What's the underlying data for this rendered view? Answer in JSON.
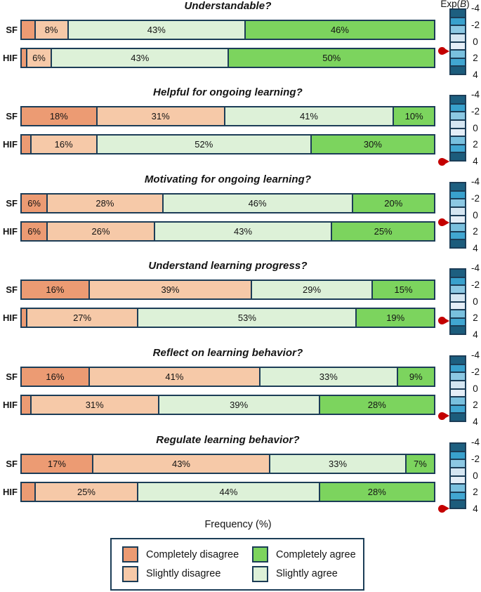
{
  "colorbar": {
    "label_parts": [
      "Exp(",
      "B",
      ")"
    ],
    "ticks": [
      "-4",
      "-2",
      "0",
      "2",
      "4"
    ],
    "cell_colors": [
      "#1d5f80",
      "#39a1cd",
      "#8cc8e3",
      "#d5e6f2",
      "#e5eef7",
      "#79c0de",
      "#41a6d1",
      "#1c5c7c"
    ],
    "border_color": "#1c3d57",
    "marker_color": "#c40000"
  },
  "axis": {
    "xlabel": "Frequency (%)"
  },
  "legend": {
    "items": [
      {
        "name": "completely-disagree",
        "label": "Completely disagree",
        "color": "#ec9b73"
      },
      {
        "name": "completely-agree",
        "label": "Completely agree",
        "color": "#7cd45e"
      },
      {
        "name": "slightly-disagree",
        "label": "Slightly disagree",
        "color": "#f6c9a8"
      },
      {
        "name": "slightly-agree",
        "label": "Slightly agree",
        "color": "#ddf1d8"
      }
    ]
  },
  "chart_data": {
    "type": "bar",
    "subtype": "horizontal-stacked-likert",
    "xlabel": "Frequency (%)",
    "row_labels": [
      "SF",
      "HIF"
    ],
    "segment_order": [
      "completely-disagree",
      "slightly-disagree",
      "slightly-agree",
      "completely-agree"
    ],
    "segment_colors": {
      "completely-disagree": "#ec9b73",
      "slightly-disagree": "#f6c9a8",
      "slightly-agree": "#ddf1d8",
      "completely-agree": "#7cd45e"
    },
    "expB_scale": {
      "min": -4,
      "max": 4
    },
    "groups": [
      {
        "title": "Understandable?",
        "expB_marker": 1.1,
        "rows": [
          {
            "label": "SF",
            "values": [
              3,
              8,
              43,
              46
            ],
            "texts": [
              "",
              "8%",
              "43%",
              "46%"
            ]
          },
          {
            "label": "HIF",
            "values": [
              1,
              6,
              43,
              50
            ],
            "texts": [
              "",
              "6%",
              "43%",
              "50%"
            ]
          }
        ]
      },
      {
        "title": "Helpful for ongoing learning?",
        "expB_marker": 4,
        "rows": [
          {
            "label": "SF",
            "values": [
              18,
              31,
              41,
              10
            ],
            "texts": [
              "18%",
              "31%",
              "41%",
              "10%"
            ]
          },
          {
            "label": "HIF",
            "values": [
              2,
              16,
              52,
              30
            ],
            "texts": [
              "",
              "16%",
              "52%",
              "30%"
            ]
          }
        ]
      },
      {
        "title": "Motivating for ongoing learning?",
        "expB_marker": 0.85,
        "rows": [
          {
            "label": "SF",
            "values": [
              6,
              28,
              46,
              20
            ],
            "texts": [
              "6%",
              "28%",
              "46%",
              "20%"
            ]
          },
          {
            "label": "HIF",
            "values": [
              6,
              26,
              43,
              25
            ],
            "texts": [
              "6%",
              "26%",
              "43%",
              "25%"
            ]
          }
        ]
      },
      {
        "title": "Understand learning progress?",
        "expB_marker": 2.3,
        "rows": [
          {
            "label": "SF",
            "values": [
              16,
              39,
              29,
              15
            ],
            "texts": [
              "16%",
              "39%",
              "29%",
              "15%"
            ]
          },
          {
            "label": "HIF",
            "values": [
              1,
              27,
              53,
              19
            ],
            "texts": [
              "",
              "27%",
              "53%",
              "19%"
            ]
          }
        ]
      },
      {
        "title": "Reflect on learning behavior?",
        "expB_marker": 3.25,
        "rows": [
          {
            "label": "SF",
            "values": [
              16,
              41,
              33,
              9
            ],
            "texts": [
              "16%",
              "41%",
              "33%",
              "9%"
            ]
          },
          {
            "label": "HIF",
            "values": [
              2,
              31,
              39,
              28
            ],
            "texts": [
              "",
              "31%",
              "39%",
              "28%"
            ]
          }
        ]
      },
      {
        "title": "Regulate learning behavior?",
        "expB_marker": 3.95,
        "rows": [
          {
            "label": "SF",
            "values": [
              17,
              43,
              33,
              7
            ],
            "texts": [
              "17%",
              "43%",
              "33%",
              "7%"
            ]
          },
          {
            "label": "HIF",
            "values": [
              3,
              25,
              44,
              28
            ],
            "texts": [
              "",
              "25%",
              "44%",
              "28%"
            ]
          }
        ]
      }
    ]
  }
}
